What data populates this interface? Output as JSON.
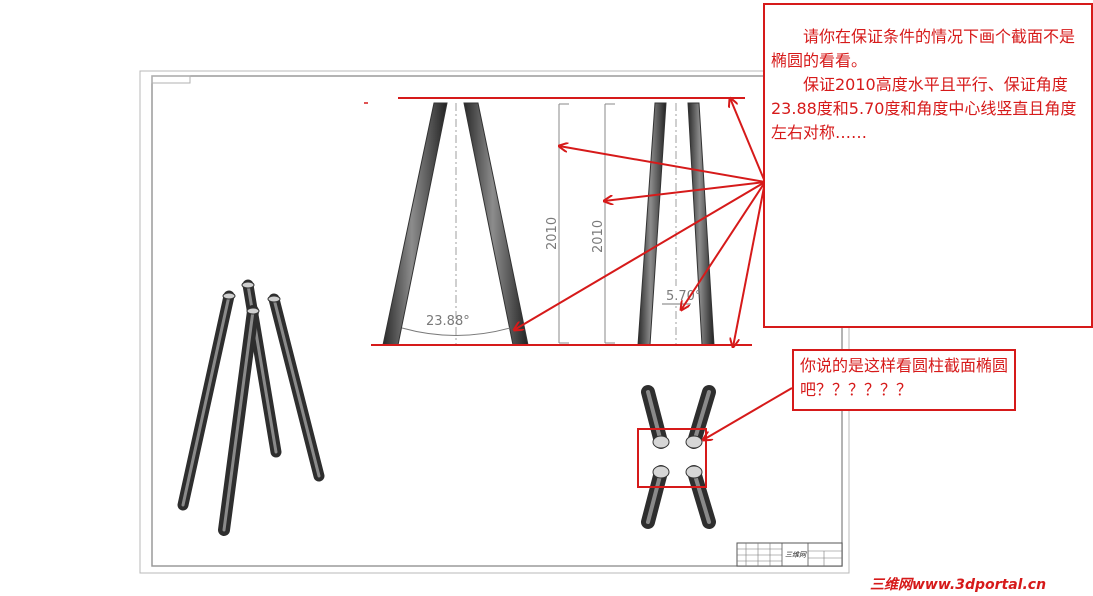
{
  "annotations": {
    "main_note": {
      "paragraph1": "请你在保证条件的情况下画个截面不是椭圆的看看。",
      "paragraph2": "保证2010高度水平且平行、保证角度23.88度和5.70度和角度中心线竖直且角度左右对称……"
    },
    "small_note": "你说的是这样看圆柱截面椭圆吧？？？？？？"
  },
  "dimensions": {
    "height_left": "2010",
    "height_right": "2010",
    "angle_left": "23.88°",
    "angle_right": "5.70°"
  },
  "title_block": {
    "company": "三维网"
  },
  "watermark": "三维网www.3dportal.cn",
  "colors": {
    "annotation_red": "#d61a1a",
    "rod_dark": "#3c3c3c",
    "frame_gray": "#9a9a9a"
  }
}
